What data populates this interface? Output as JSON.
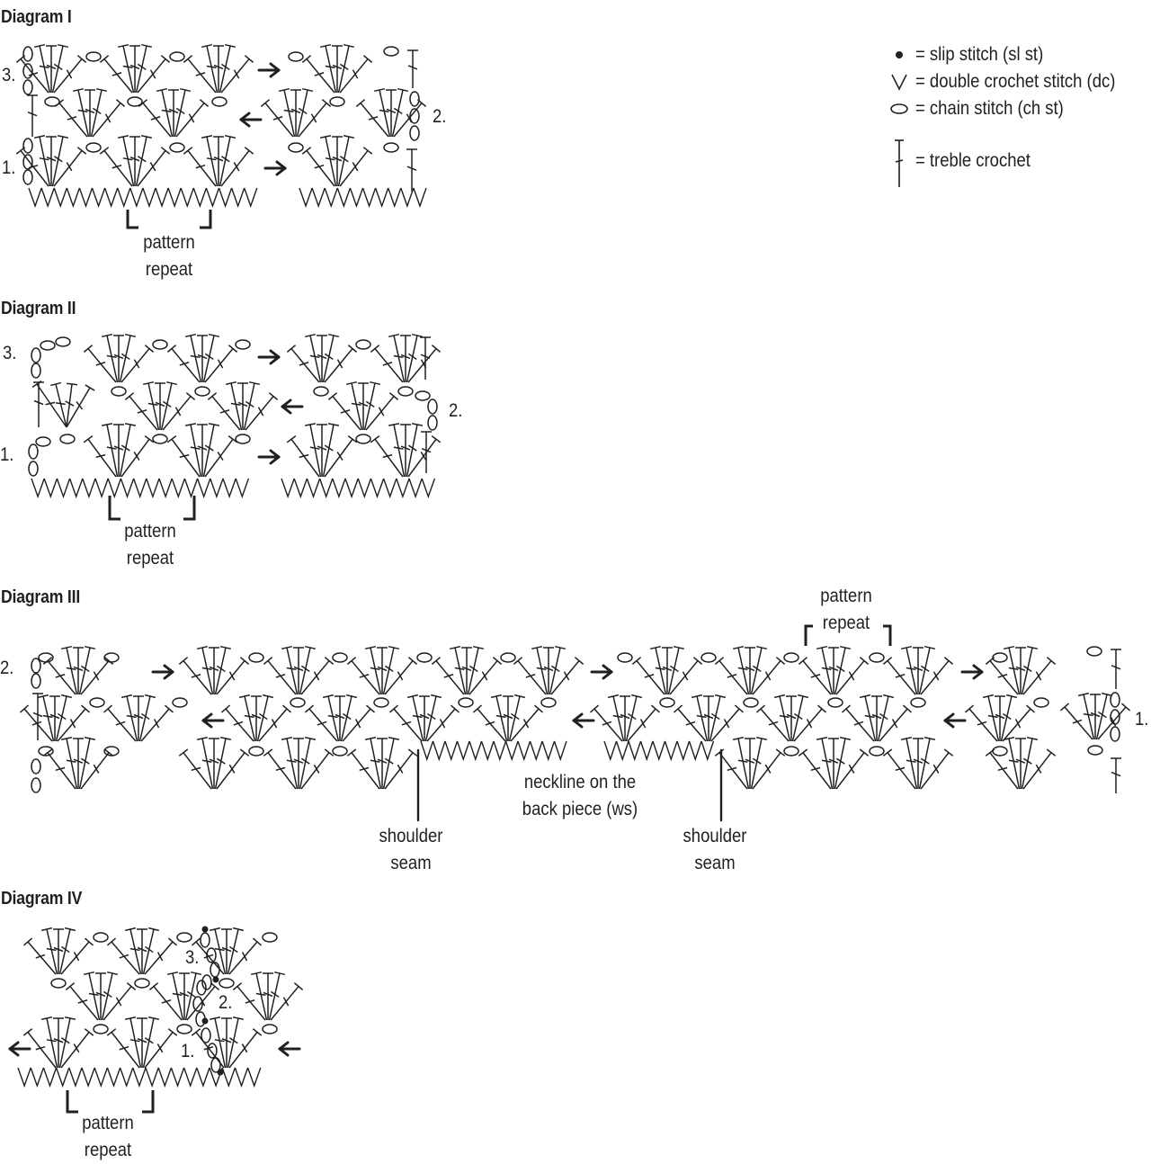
{
  "legend": {
    "items": [
      {
        "symbol": "slip-stitch",
        "text": "= slip stitch (sl st)"
      },
      {
        "symbol": "double-crochet",
        "text": "= double crochet stitch (dc)"
      },
      {
        "symbol": "chain-stitch",
        "text": "= chain stitch (ch st)"
      },
      {
        "symbol": "treble-crochet",
        "text": "= treble crochet"
      }
    ]
  },
  "diagrams": [
    {
      "title": "Diagram I",
      "rows": [
        "1.",
        "2.",
        "3."
      ],
      "labels": {
        "pattern_repeat": [
          "pattern",
          "repeat"
        ]
      }
    },
    {
      "title": "Diagram II",
      "rows": [
        "1.",
        "2.",
        "3."
      ],
      "labels": {
        "pattern_repeat": [
          "pattern",
          "repeat"
        ]
      }
    },
    {
      "title": "Diagram III",
      "rows": [
        "1.",
        "2."
      ],
      "labels": {
        "pattern_repeat": [
          "pattern",
          "repeat"
        ],
        "neckline": [
          "neckline on the",
          "back piece (ws)"
        ],
        "shoulder_seam_left": [
          "shoulder",
          "seam"
        ],
        "shoulder_seam_right": [
          "shoulder",
          "seam"
        ]
      }
    },
    {
      "title": "Diagram IV",
      "rows": [
        "1.",
        "2.",
        "3."
      ],
      "labels": {
        "pattern_repeat": [
          "pattern",
          "repeat"
        ]
      }
    }
  ]
}
